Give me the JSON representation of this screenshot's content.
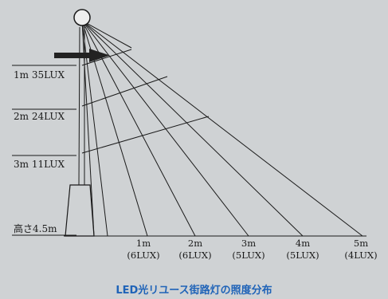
{
  "height_labels": [
    {
      "label": "1m 35LUX"
    },
    {
      "label": "2m 24LUX"
    },
    {
      "label": "3m 11LUX"
    }
  ],
  "pole_height_label": "高さ4.5m",
  "distances": [
    {
      "distance": "1m",
      "lux": "(6LUX)"
    },
    {
      "distance": "2m",
      "lux": "(6LUX)"
    },
    {
      "distance": "3m",
      "lux": "(5LUX)"
    },
    {
      "distance": "4m",
      "lux": "(5LUX)"
    },
    {
      "distance": "5m",
      "lux": "(4LUX)"
    }
  ],
  "caption": "LED光リユース街路灯の照度分布",
  "colors": {
    "background": "#cfd2d4",
    "ink": "#1a1a1a",
    "caption": "#1f63b8",
    "lamp": "#eeeeee"
  },
  "icons": {
    "lamp": "lamp-globe-icon",
    "arrow": "direction-arrow-icon"
  }
}
